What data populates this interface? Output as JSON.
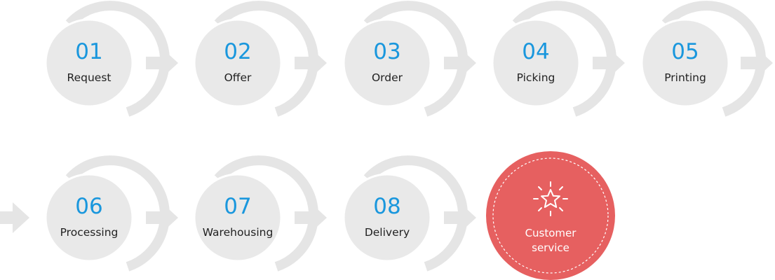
{
  "colors": {
    "step_fill": "#e9e9e9",
    "step_number": "#1a97dd",
    "step_label": "#222222",
    "arrow": "#e5e5e5",
    "final_fill": "#e66060",
    "final_text": "#ffffff"
  },
  "steps": [
    {
      "number": "01",
      "label": "Request"
    },
    {
      "number": "02",
      "label": "Offer"
    },
    {
      "number": "03",
      "label": "Order"
    },
    {
      "number": "04",
      "label": "Picking"
    },
    {
      "number": "05",
      "label": "Printing"
    },
    {
      "number": "06",
      "label": "Processing"
    },
    {
      "number": "07",
      "label": "Warehousing"
    },
    {
      "number": "08",
      "label": "Delivery"
    }
  ],
  "final_step": {
    "icon": "star-icon",
    "label_line1": "Customer",
    "label_line2": "service"
  }
}
